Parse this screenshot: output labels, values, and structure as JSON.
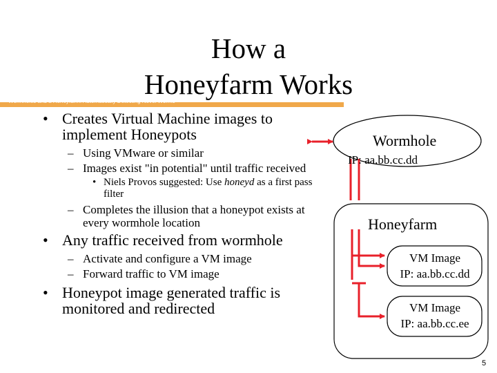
{
  "slide": {
    "title_line1": "How a",
    "title_line2": "Honeyfarm Works",
    "header_bar_text": "Wormholes and a Honeyfarm: Automatically Detecting Novel Worms",
    "page_number": "5"
  },
  "bullets": {
    "b1": "Creates Virtual Machine images to implement Honeypots",
    "b1_sub1": "Using VMware or similar",
    "b1_sub2": "Images exist \"in potential\" until traffic received",
    "b1_sub2_sub1_pre": "Niels Provos suggested: Use ",
    "b1_sub2_sub1_em": "honeyd",
    "b1_sub2_sub1_post": " as a first pass filter",
    "b1_sub3": "Completes the illusion that a honeypot exists at every wormhole location",
    "b2": "Any traffic received from wormhole",
    "b2_sub1": "Activate and configure a VM image",
    "b2_sub2": "Forward traffic to VM image",
    "b3": "Honeypot image generated traffic is monitored and redirected",
    "bullet_mark": "•",
    "dash_mark": "–"
  },
  "diagram": {
    "wormhole_label": "Wormhole",
    "wormhole_ip": "IP: aa.bb.cc.dd",
    "honeyfarm_label": "Honeyfarm",
    "vm1_label": "VM Image",
    "vm1_ip": "IP: aa.bb.cc.dd",
    "vm2_label": "VM Image",
    "vm2_ip": "IP: aa.bb.cc.ee",
    "arrow_color": "#e8202a",
    "bar_color": "#f0a84a"
  }
}
